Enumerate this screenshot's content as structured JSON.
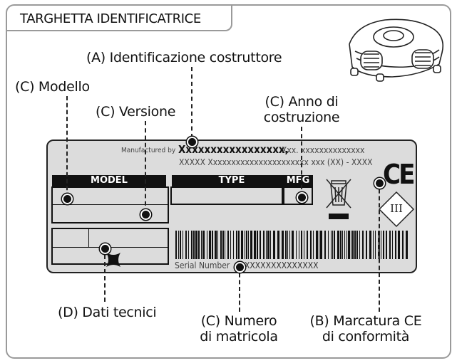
{
  "header": {
    "title": "TARGHETTA IDENTIFICATRICE"
  },
  "labels": {
    "manufacturer_id": "(A) Identificazione costruttore",
    "model": "(C) Modello",
    "version": "(C) Versione",
    "year_line1": "(C) Anno di",
    "year_line2": "costruzione",
    "tech_data": "(D) Dati tecnici",
    "serial_line1": "(C) Numero",
    "serial_line2": "di matricola",
    "ce_line1": "(B) Marcatura CE",
    "ce_line2": "di conformità"
  },
  "plate": {
    "manufactured_by": "Manufactured by",
    "maker_bold": "Xxxxxxxxxxxxxxxxx,",
    "maker_rest": "Xxx. xxxxxxxxxxxxxx",
    "address": "XXXXX Xxxxxxxxxxxxxxxxxxxxxx xxx (XX) - XXXX",
    "col_model": "MODEL",
    "col_type": "TYPE",
    "col_mfg": "MFG",
    "serial_label": "Serial Number",
    "serial_value": "XXXXXXXXXXXXXX",
    "ce_mark": "CE",
    "class_mark": "III"
  }
}
